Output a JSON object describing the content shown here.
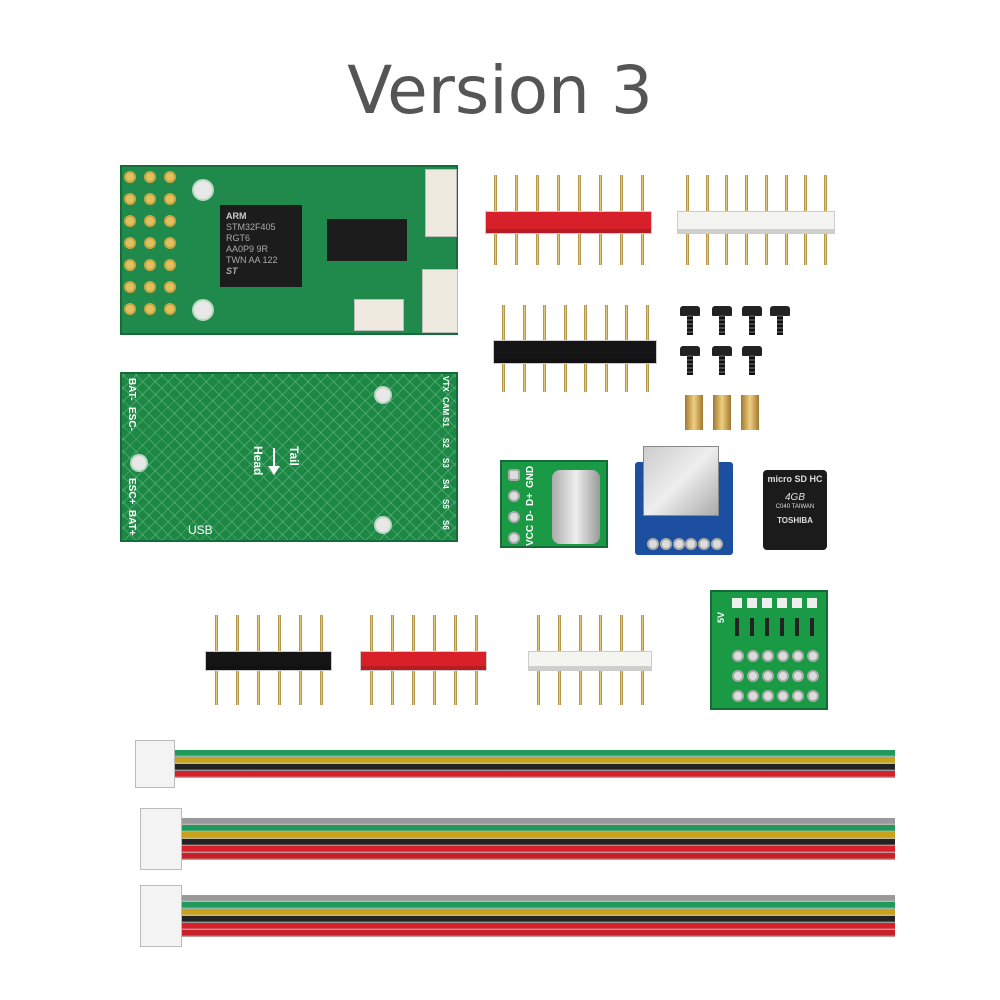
{
  "title": "Version 3",
  "main_board": {
    "chip1": [
      "ARM",
      "STM32F405",
      "RGT6",
      "AA0P9 9R",
      "TWN AA 122"
    ],
    "chip_logo": "ST"
  },
  "pdb_board": {
    "labels_left": [
      "BAT-",
      "ESC-",
      "ESC+",
      "BAT+"
    ],
    "labels_right": [
      "VTX",
      "CAM",
      "S1",
      "S2",
      "S3",
      "S4",
      "S5",
      "S6"
    ],
    "arrow_tail": "Tail",
    "arrow_head": "Head",
    "usb": "USB"
  },
  "usb_c_board": {
    "labels": [
      "VCC",
      "D-",
      "D+",
      "GND"
    ]
  },
  "sd_card": {
    "brand": "micro SD HC",
    "capacity": "4GB",
    "origin": "C040 TAIWAN",
    "maker": "TOSHIBA"
  },
  "breakout_board": {
    "label": "5V"
  },
  "colors": {
    "pcb_green": "#1f8a4c",
    "sd_blue": "#1d4fa0",
    "red": "#d8202a"
  }
}
